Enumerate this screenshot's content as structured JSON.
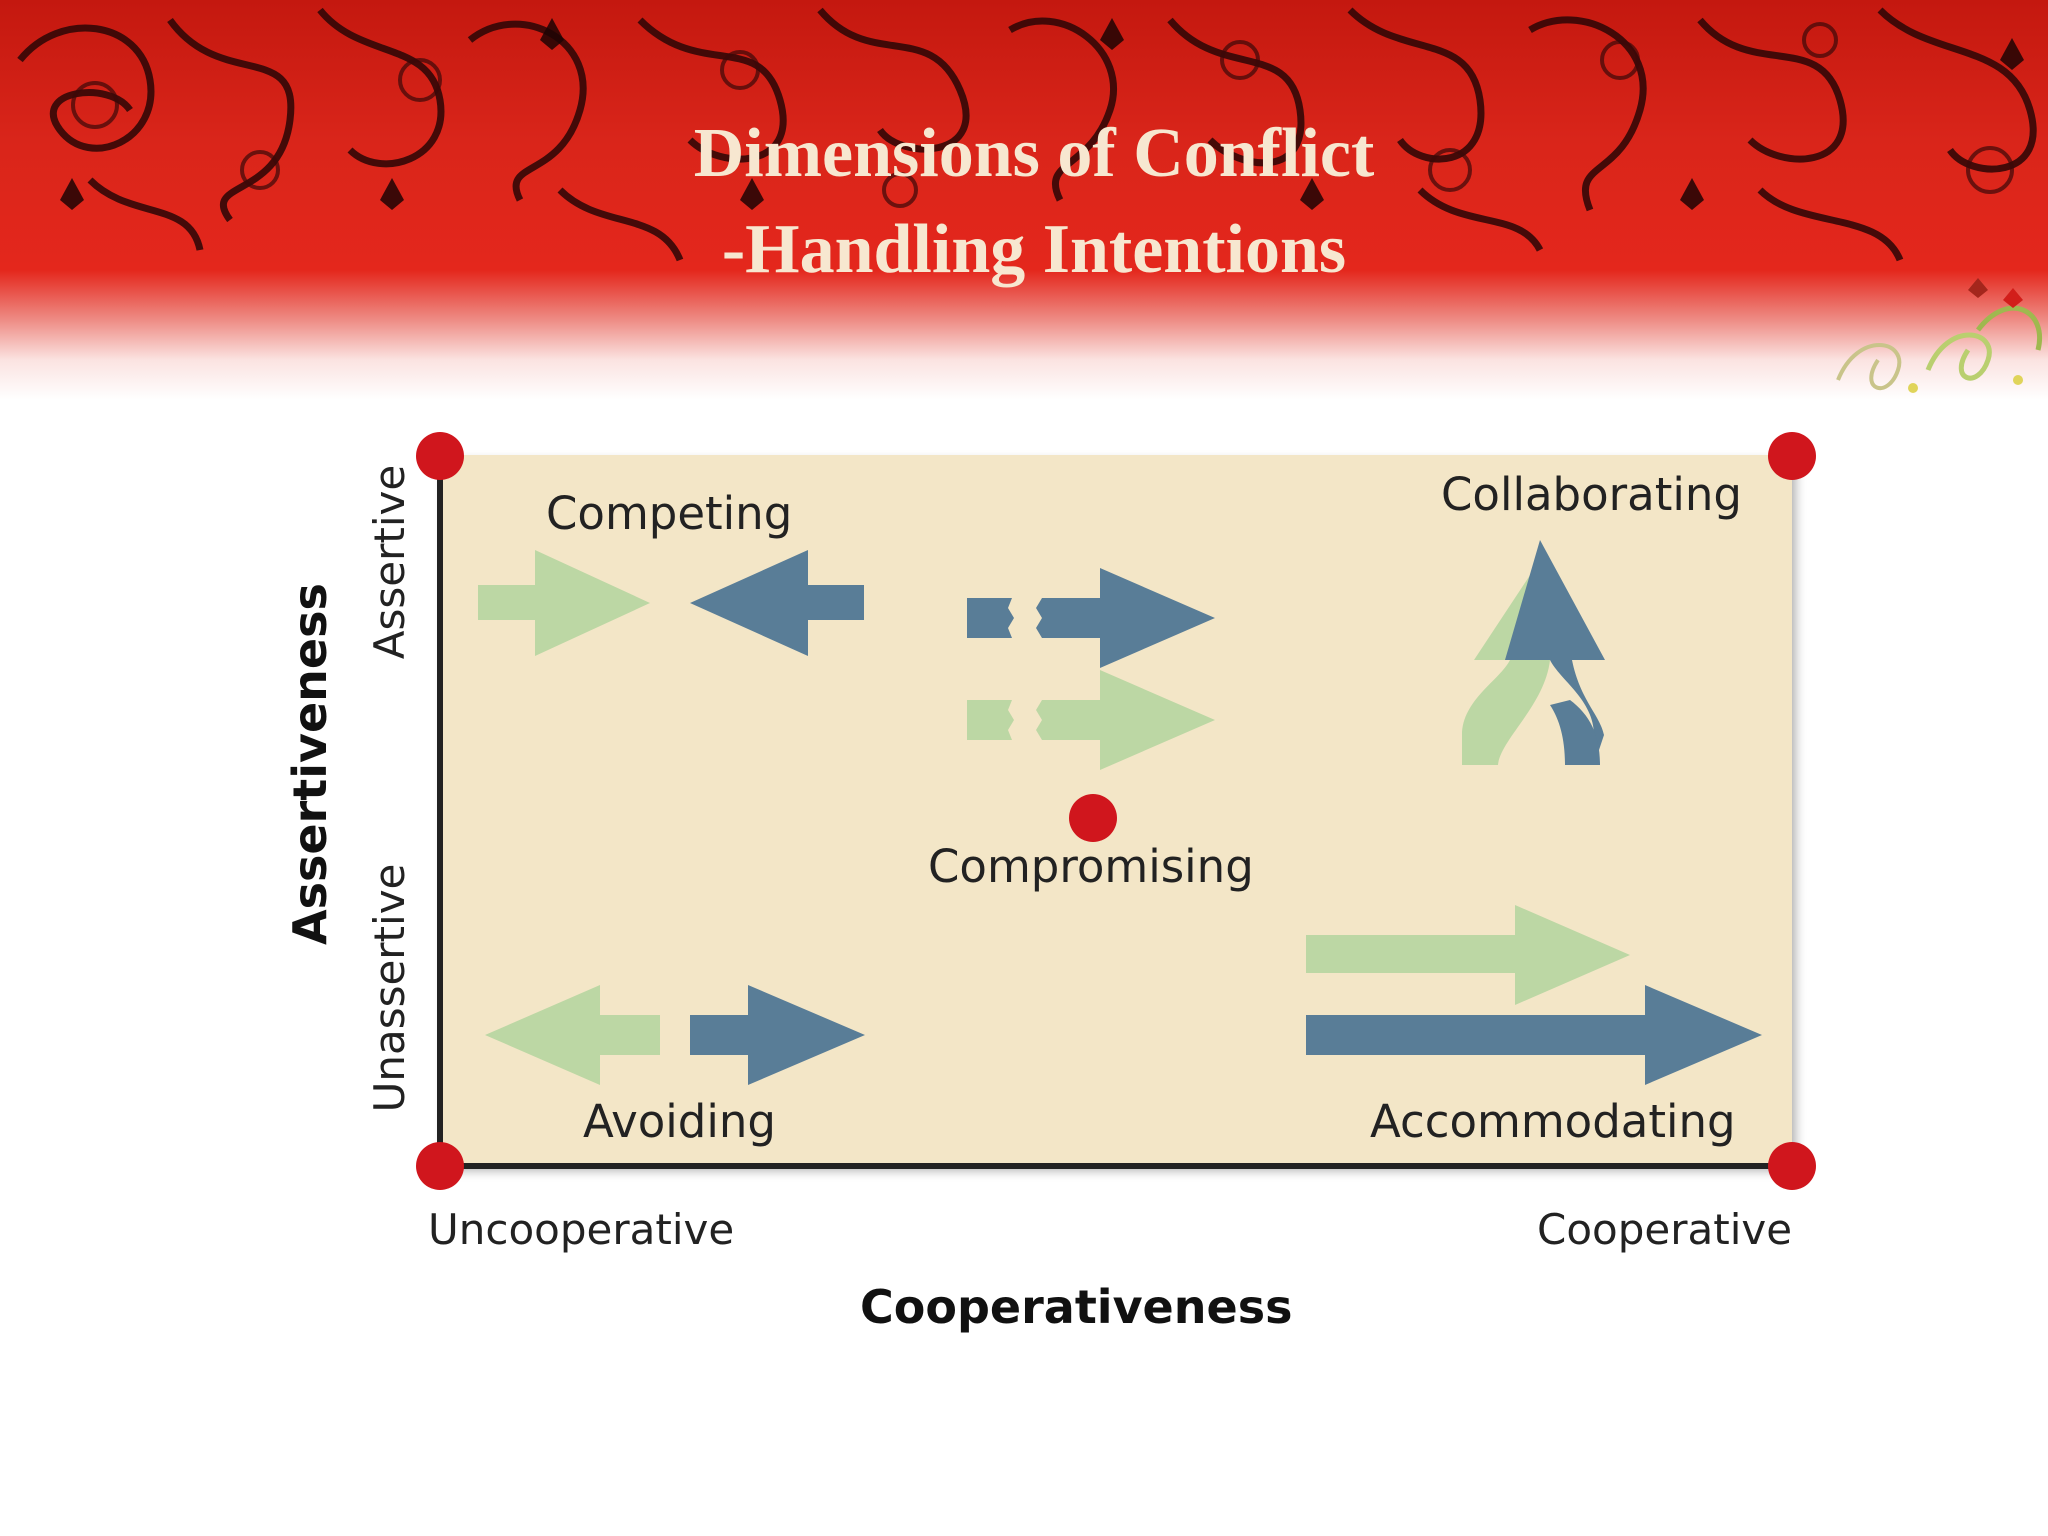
{
  "slide": {
    "title_line1": "Dimensions of  Conflict",
    "title_line2": "-Handling Intentions"
  },
  "diagram": {
    "quadrants": {
      "top_left": "Competing",
      "top_right": "Collaborating",
      "center": "Compromising",
      "bottom_left": "Avoiding",
      "bottom_right": "Accommodating"
    },
    "x_axis": {
      "title": "Cooperativeness",
      "low": "Uncooperative",
      "high": "Cooperative"
    },
    "y_axis": {
      "title": "Assertiveness",
      "low": "Unassertive",
      "high": "Assertive"
    },
    "colors": {
      "panel": "#f3e6c7",
      "green_arrow": "#bcd7a4",
      "blue_arrow": "#597d97",
      "red_dot": "#d0161d",
      "axis": "#222222"
    }
  }
}
